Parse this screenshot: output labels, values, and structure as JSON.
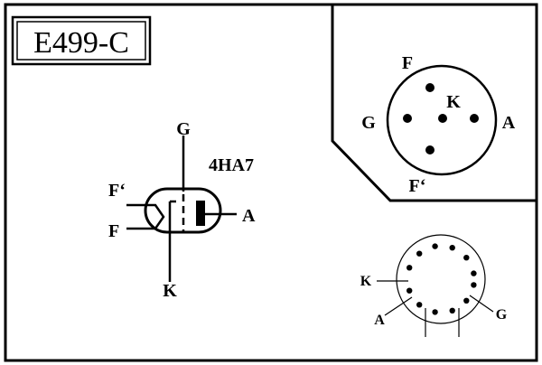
{
  "title": "E499-C",
  "tube": {
    "type": "4HA7",
    "pins": {
      "g": "G",
      "f_prime": "F‘",
      "f": "F",
      "a": "A",
      "k": "K"
    }
  },
  "socket_top": {
    "labels": {
      "f": "F",
      "k": "K",
      "g": "G",
      "a": "A",
      "f_prime": "F‘"
    }
  },
  "socket_bottom": {
    "labels": {
      "k": "K",
      "a": "A",
      "g": "G"
    }
  },
  "colors": {
    "ink": "#000000",
    "paper": "#ffffff"
  }
}
